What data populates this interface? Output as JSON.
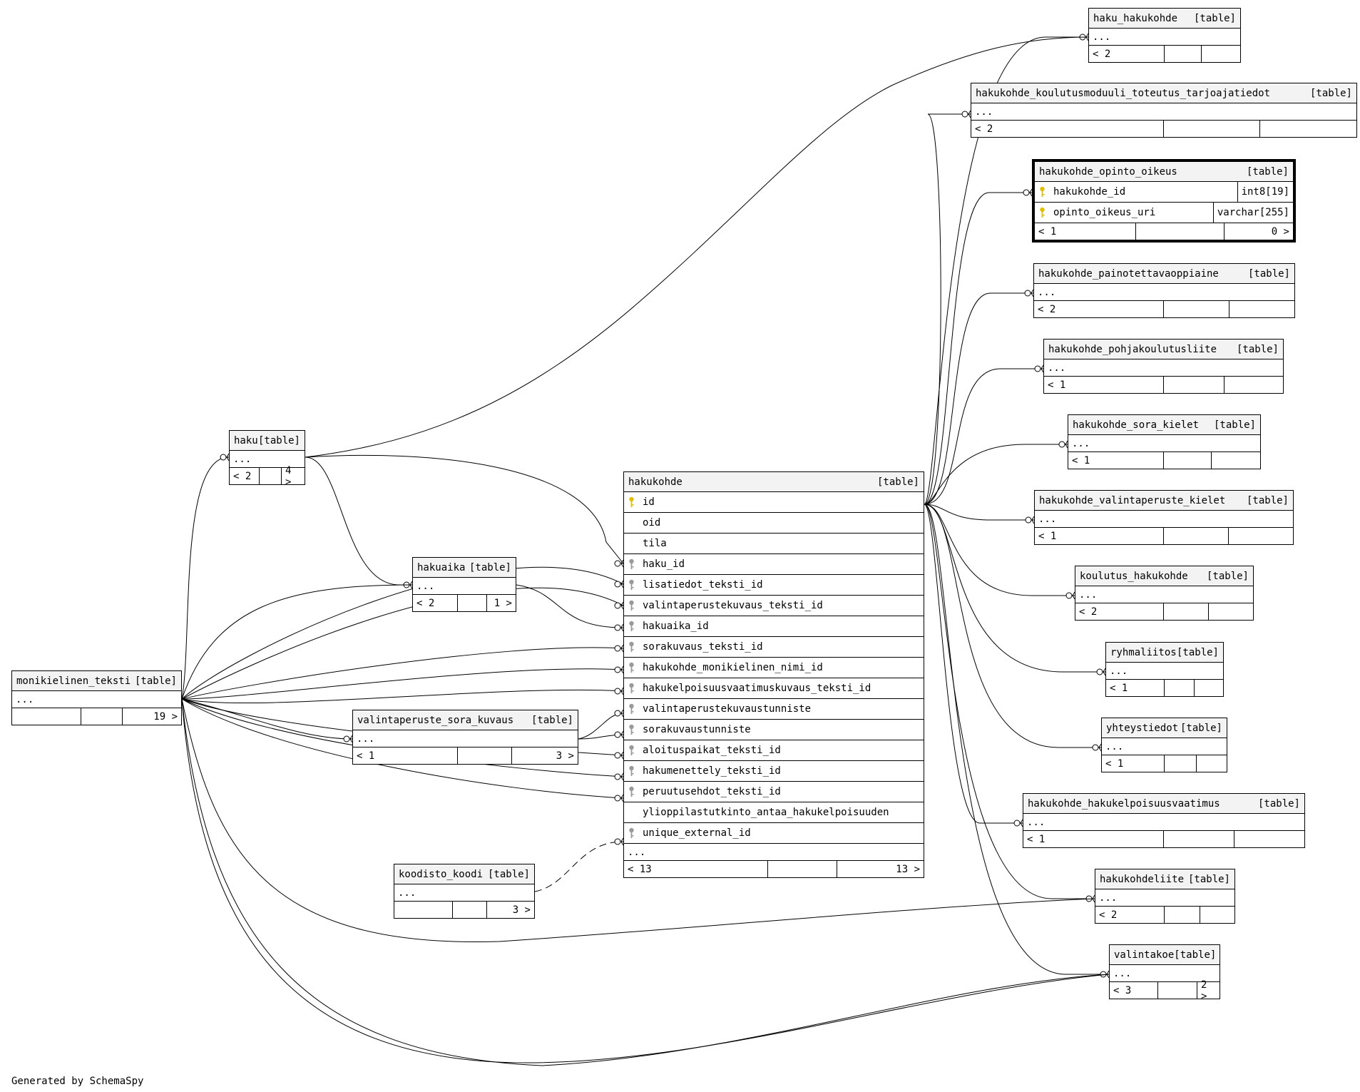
{
  "footer_text": "Generated by SchemaSpy",
  "tables": [
    {
      "id": "haku_hakukohde",
      "name": "haku_hakukohde",
      "kind": "[table]",
      "rows": [],
      "more": "...",
      "children": "< 2",
      "parents": ""
    },
    {
      "id": "hk_koulutusmoduuli",
      "name": "hakukohde_koulutusmoduuli_toteutus_tarjoajatiedot",
      "kind": "[table]",
      "rows": [],
      "more": "...",
      "children": "< 2",
      "parents": ""
    },
    {
      "id": "hk_opinto_oikeus",
      "name": "hakukohde_opinto_oikeus",
      "kind": "[table]",
      "focus": true,
      "rows": [
        {
          "name": "hakukohde_id",
          "type": "int8[19]",
          "key": "pk"
        },
        {
          "name": "opinto_oikeus_uri",
          "type": "varchar[255]",
          "key": "pk"
        }
      ],
      "children": "< 1",
      "parents": "0 >"
    },
    {
      "id": "hk_painotettava",
      "name": "hakukohde_painotettavaoppiaine",
      "kind": "[table]",
      "rows": [],
      "more": "...",
      "children": "< 2",
      "parents": ""
    },
    {
      "id": "hk_pohjakoulutus",
      "name": "hakukohde_pohjakoulutusliite",
      "kind": "[table]",
      "rows": [],
      "more": "...",
      "children": "< 1",
      "parents": ""
    },
    {
      "id": "hk_sora_kielet",
      "name": "hakukohde_sora_kielet",
      "kind": "[table]",
      "rows": [],
      "more": "...",
      "children": "< 1",
      "parents": ""
    },
    {
      "id": "hk_valintaperuste_kielet",
      "name": "hakukohde_valintaperuste_kielet",
      "kind": "[table]",
      "rows": [],
      "more": "...",
      "children": "< 1",
      "parents": ""
    },
    {
      "id": "koulutus_hakukohde",
      "name": "koulutus_hakukohde",
      "kind": "[table]",
      "rows": [],
      "more": "...",
      "children": "< 2",
      "parents": ""
    },
    {
      "id": "ryhmaliitos",
      "name": "ryhmaliitos",
      "kind": "[table]",
      "rows": [],
      "more": "...",
      "children": "< 1",
      "parents": ""
    },
    {
      "id": "yhteystiedot",
      "name": "yhteystiedot",
      "kind": "[table]",
      "rows": [],
      "more": "...",
      "children": "< 1",
      "parents": ""
    },
    {
      "id": "hk_hakukelpoisuus",
      "name": "hakukohde_hakukelpoisuusvaatimus",
      "kind": "[table]",
      "rows": [],
      "more": "...",
      "children": "< 1",
      "parents": ""
    },
    {
      "id": "hakukohdeliite",
      "name": "hakukohdeliite",
      "kind": "[table]",
      "rows": [],
      "more": "...",
      "children": "< 2",
      "parents": ""
    },
    {
      "id": "valintakoe",
      "name": "valintakoe",
      "kind": "[table]",
      "rows": [],
      "more": "...",
      "children": "< 3",
      "parents": "2 >"
    },
    {
      "id": "haku",
      "name": "haku",
      "kind": "[table]",
      "rows": [],
      "more": "...",
      "children": "< 2",
      "parents": "4 >"
    },
    {
      "id": "hakuaika",
      "name": "hakuaika",
      "kind": "[table]",
      "rows": [],
      "more": "...",
      "children": "< 2",
      "parents": "1 >"
    },
    {
      "id": "monikielinen_teksti",
      "name": "monikielinen_teksti",
      "kind": "[table]",
      "rows": [],
      "more": "...",
      "children": "",
      "parents": "19 >"
    },
    {
      "id": "valintaperuste_sora_kuvaus",
      "name": "valintaperuste_sora_kuvaus",
      "kind": "[table]",
      "rows": [],
      "more": "...",
      "children": "< 1",
      "parents": "3 >"
    },
    {
      "id": "koodisto_koodi",
      "name": "koodisto_koodi",
      "kind": "[table]",
      "rows": [],
      "more": "...",
      "children": "",
      "parents": "3 >"
    },
    {
      "id": "hakukohde",
      "name": "hakukohde",
      "kind": "[table]",
      "rows": [
        {
          "name": "id",
          "key": "pk"
        },
        {
          "name": "oid",
          "key": ""
        },
        {
          "name": "tila",
          "key": ""
        },
        {
          "name": "haku_id",
          "key": "fk"
        },
        {
          "name": "lisatiedot_teksti_id",
          "key": "fk"
        },
        {
          "name": "valintaperustekuvaus_teksti_id",
          "key": "fk"
        },
        {
          "name": "hakuaika_id",
          "key": "fk"
        },
        {
          "name": "sorakuvaus_teksti_id",
          "key": "fk"
        },
        {
          "name": "hakukohde_monikielinen_nimi_id",
          "key": "fk"
        },
        {
          "name": "hakukelpoisuusvaatimuskuvaus_teksti_id",
          "key": "fk"
        },
        {
          "name": "valintaperustekuvaustunniste",
          "key": "fk"
        },
        {
          "name": "sorakuvaustunniste",
          "key": "fk"
        },
        {
          "name": "aloituspaikat_teksti_id",
          "key": "fk"
        },
        {
          "name": "hakumenettely_teksti_id",
          "key": "fk"
        },
        {
          "name": "peruutusehdot_teksti_id",
          "key": "fk"
        },
        {
          "name": "ylioppilastutkinto_antaa_hakukelpoisuuden",
          "key": ""
        },
        {
          "name": "unique_external_id",
          "key": "fk"
        }
      ],
      "more": "...",
      "children": "< 13",
      "parents": "13 >"
    }
  ]
}
